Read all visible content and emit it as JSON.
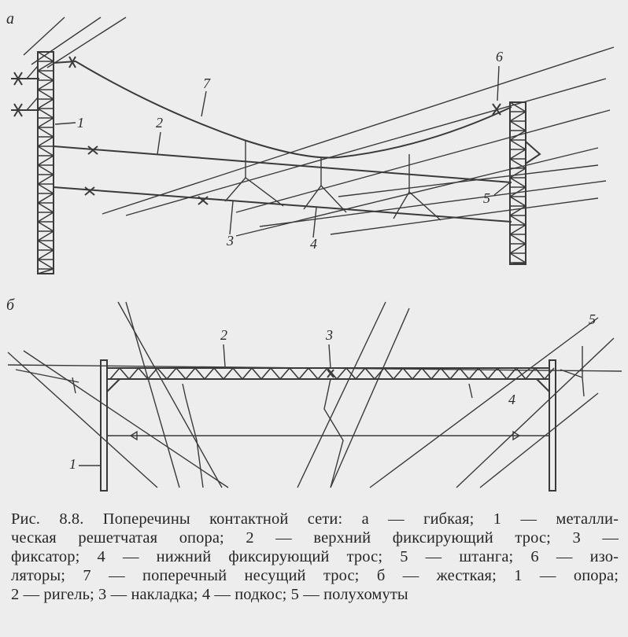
{
  "panels": {
    "a": {
      "letter": "а",
      "labels": {
        "l1": "1",
        "l2": "2",
        "l3": "3",
        "l4": "4",
        "l5": "5",
        "l6": "6",
        "l7": "7"
      }
    },
    "b": {
      "letter": "б",
      "labels": {
        "l1": "1",
        "l2": "2",
        "l3": "3",
        "l4": "4",
        "l5": "5"
      }
    }
  },
  "caption": {
    "lines": [
      "Рис. 8.8. Поперечины контактной сети: а — гибкая; 1 — металли-",
      "ческая решетчатая опора; 2 — верхний фиксирующий трос; 3 —",
      "фиксатор; 4 — нижний фиксирующий трос; 5 — штанга; 6 — изо-",
      "ляторы; 7 — поперечный несущий трос; б — жесткая; 1 — опора;",
      "2 — ригель; 3 — накладка; 4 — подкос; 5 — полухомуты"
    ]
  },
  "colors": {
    "background": "#ecedec",
    "ink": "#3a3a3a"
  }
}
